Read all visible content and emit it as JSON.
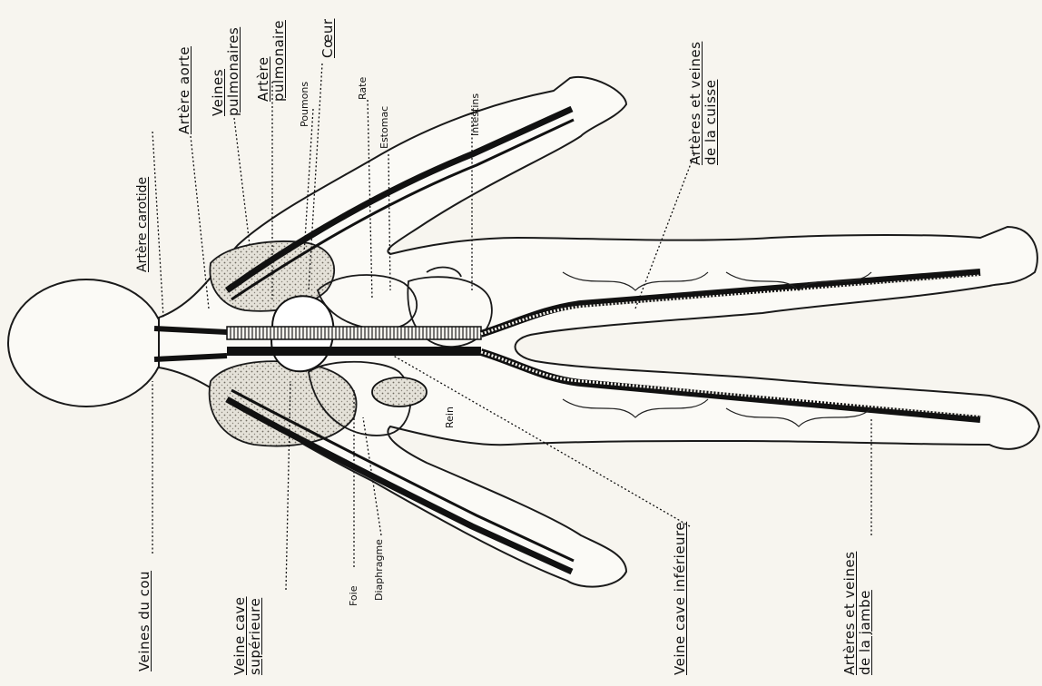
{
  "labels": {
    "veines_cou": "Veines du cou",
    "artere_carotide": "Artère carotide",
    "artere_aorte": "Artère aorte",
    "veines_pulmonaires_1": "Veines",
    "veines_pulmonaires_2": "pulmonaires",
    "artere_pulmonaire_1": "Artère",
    "artere_pulmonaire_2": "pulmonaire",
    "coeur": "Cœur",
    "poumons": "Poumons",
    "rate": "Rate",
    "estomac": "Estomac",
    "intestins": "Intestins",
    "arteres_veines_cuisse_1": "Artères et veines",
    "arteres_veines_cuisse_2": "de la cuisse",
    "veine_cave_superieure_1": "Veine cave",
    "veine_cave_superieure_2": "supérieure",
    "foie": "Foie",
    "diaphragme": "Diaphragme",
    "rein": "Rein",
    "veine_cave_inferieure": "Veine cave inférieure",
    "arteres_veines_jambe_1": "Artères et veines",
    "arteres_veines_jambe_2": "de la jambe"
  },
  "icons": [
    "human-body-outline-icon",
    "heart-icon",
    "lungs-icon",
    "kidney-icon"
  ]
}
